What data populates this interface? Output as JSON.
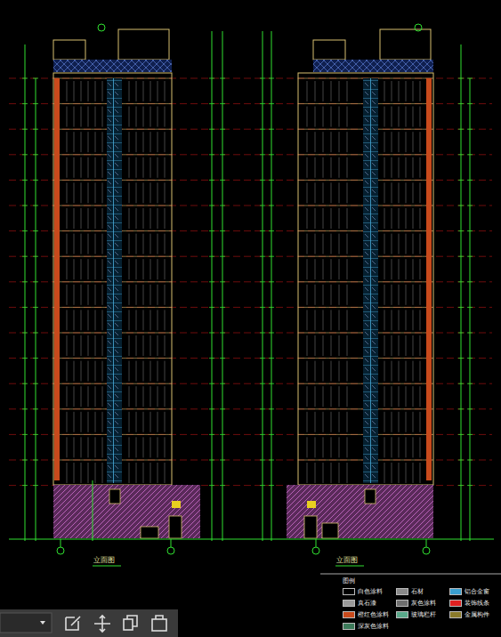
{
  "diagram": {
    "labels": [
      "立面图",
      "立面图",
      "图例"
    ],
    "legend": [
      {
        "text": "白色涂料",
        "color": "#000000"
      },
      {
        "text": "石材",
        "color": "#8a8a8a"
      },
      {
        "text": "铝合金窗",
        "color": "#3aa0d0"
      },
      {
        "text": "真石漆",
        "color": "#9a9a9a"
      },
      {
        "text": "灰色涂料",
        "color": "#6e6e6e"
      },
      {
        "text": "装饰线条",
        "color": "#e02020"
      },
      {
        "text": "橙红色涂料",
        "color": "#c84a1c"
      },
      {
        "text": "玻璃栏杆",
        "color": "#5aa88a"
      },
      {
        "text": "金属构件",
        "color": "#8a7a2a"
      },
      {
        "text": "深灰色涂料",
        "color": "#3c7a5a"
      }
    ]
  }
}
